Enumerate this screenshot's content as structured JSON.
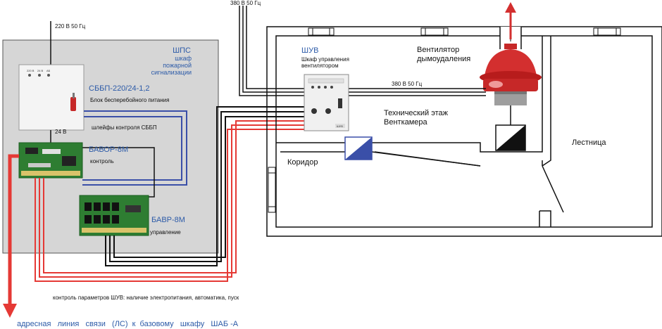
{
  "supply": {
    "v220": "220 В 50 Гц",
    "v380_top": "380 В 50 Гц",
    "v380_mid": "380 В 50 Гц",
    "v24": "24 В"
  },
  "shps": {
    "title": "ШПС",
    "line1": "шкаф",
    "line2": "пожарной",
    "line3": "сигнализации"
  },
  "sbbp": {
    "model": "СББП-220/24-1,2",
    "desc": "Блок бесперебойного питания",
    "panel_labels": [
      "220 В",
      "24 В",
      "АБ"
    ]
  },
  "loops_label": "шлейфы контроля СББП",
  "bavor": {
    "model": "БАВОР-8М",
    "desc": "контроль"
  },
  "bavr": {
    "model": "БАВР-8М",
    "desc": "управление"
  },
  "shuv": {
    "title": "ШУВ",
    "line1": "Шкаф управления",
    "line2": "вентилятором",
    "badge": "ШУВ"
  },
  "fan": {
    "line1": "Вентилятор",
    "line2": "дымоудаления"
  },
  "rooms": {
    "tech1": "Технический  этаж",
    "tech2": "Венткамера",
    "corridor": "Коридор",
    "stairs": "Лестница"
  },
  "control_caption": "контроль параметров ШУВ: наличие электропитания, автоматика, пуск",
  "address_line": "адресная   линия   связи   (ЛС)  к  базовому   шкафу   ШАБ -А",
  "colors": {
    "blue_wire": "#3a4fa8",
    "red_wire": "#e53935",
    "black_wire": "#111111",
    "cabinet_bg": "#d6d6d6",
    "label_blue": "#2d5ba8",
    "fan_red": "#d32f2f"
  }
}
